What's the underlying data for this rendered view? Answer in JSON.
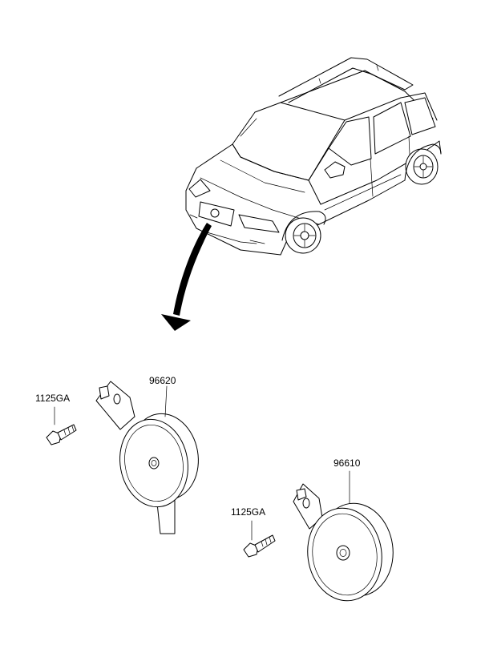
{
  "labels": {
    "horn_low": "96620",
    "horn_high": "96610",
    "bolt_left": "1125GA",
    "bolt_right": "1125GA"
  },
  "colors": {
    "line": "#000000",
    "background": "#ffffff"
  }
}
